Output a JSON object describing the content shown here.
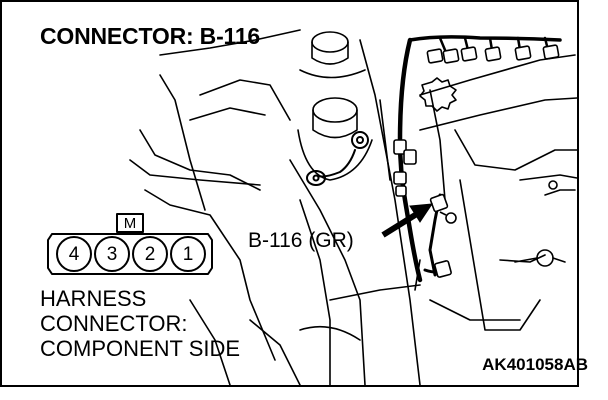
{
  "title": "CONNECTOR: B-116",
  "callout_label": "B-116 (GR)",
  "harness_caption": [
    "HARNESS",
    "CONNECTOR:",
    "COMPONENT SIDE"
  ],
  "connector": {
    "key_label": "M",
    "pins": [
      "4",
      "3",
      "2",
      "1"
    ]
  },
  "figure_code": "AK401058AB",
  "colors": {
    "line": "#000000",
    "background": "#ffffff"
  }
}
